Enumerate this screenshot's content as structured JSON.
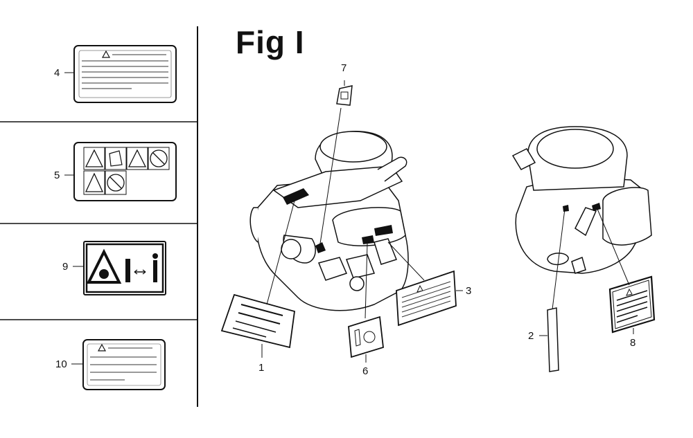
{
  "figure": {
    "title": "Fig I"
  },
  "callouts": {
    "c1": "1",
    "c2": "2",
    "c3": "3",
    "c4": "4",
    "c5": "5",
    "c6": "6",
    "c7": "7",
    "c8": "8",
    "c9": "9",
    "c10": "10"
  },
  "colors": {
    "ink": "#111111",
    "paper": "#ffffff"
  },
  "icons": [
    "warning-triangle-icon",
    "prohibition-circle-icon",
    "keep-distance-person-icon",
    "manual-book-icon"
  ]
}
